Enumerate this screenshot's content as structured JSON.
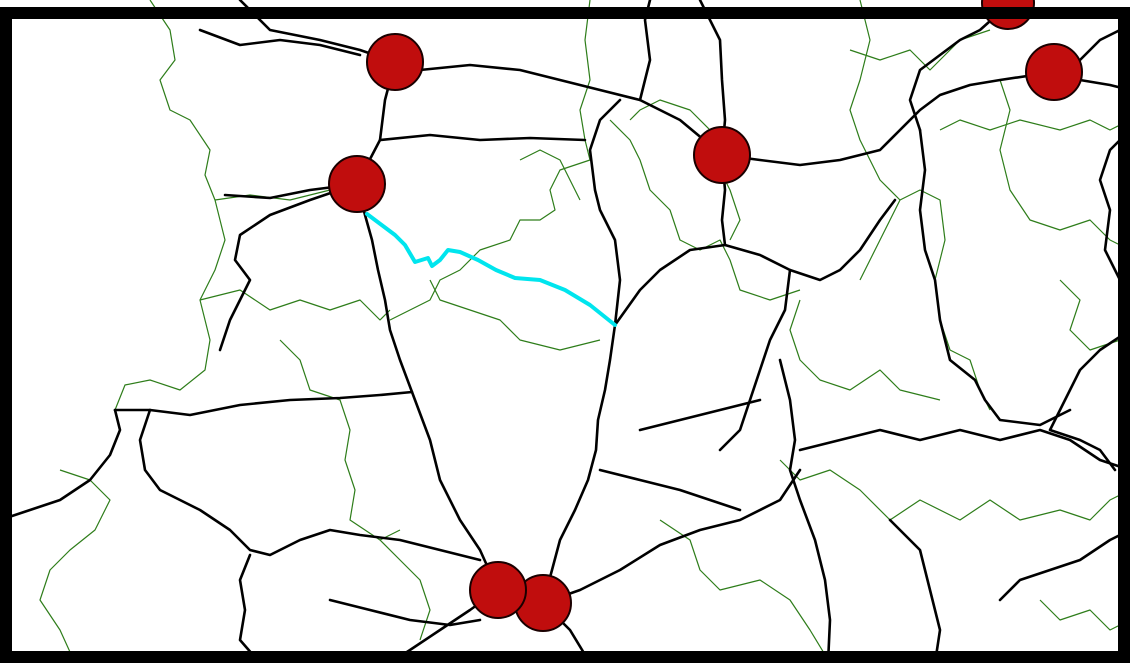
{
  "map": {
    "colors": {
      "background": "#ffffff",
      "frame": "#000000",
      "road": "#000000",
      "border": "#2e7d1a",
      "route": "#00e5ee",
      "city_fill": "#c00d0d",
      "city_stroke": "#1a0000"
    },
    "city_markers": [
      "city",
      "city",
      "city",
      "city",
      "city",
      "city",
      "city",
      "city",
      "city"
    ],
    "route": {
      "highlighted": true,
      "icon": "route-line"
    }
  }
}
